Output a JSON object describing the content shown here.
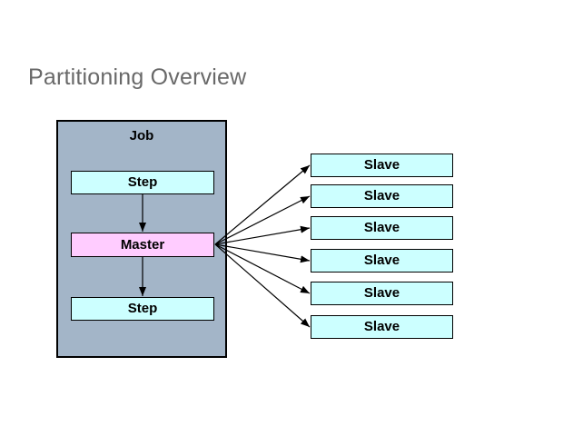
{
  "slide": {
    "title": "Partitioning Overview"
  },
  "colors": {
    "background": "#ffffff",
    "title_text": "#696969",
    "job_fill": "#a3b5c8",
    "step_fill": "#ccffff",
    "master_fill": "#ffccff",
    "slave_fill": "#ccffff",
    "box_border": "#000000",
    "arrow": "#000000"
  },
  "diagram": {
    "job": {
      "label": "Job"
    },
    "step_top": {
      "label": "Step"
    },
    "master": {
      "label": "Master"
    },
    "step_bottom": {
      "label": "Step"
    },
    "slaves": [
      {
        "label": "Slave"
      },
      {
        "label": "Slave"
      },
      {
        "label": "Slave"
      },
      {
        "label": "Slave"
      },
      {
        "label": "Slave"
      },
      {
        "label": "Slave"
      }
    ],
    "edges": [
      {
        "from": "step-top",
        "to": "master"
      },
      {
        "from": "master",
        "to": "step-bottom"
      },
      {
        "from": "master",
        "to": "slave-1"
      },
      {
        "from": "master",
        "to": "slave-2"
      },
      {
        "from": "master",
        "to": "slave-3"
      },
      {
        "from": "master",
        "to": "slave-4"
      },
      {
        "from": "master",
        "to": "slave-5"
      },
      {
        "from": "master",
        "to": "slave-6"
      }
    ]
  }
}
